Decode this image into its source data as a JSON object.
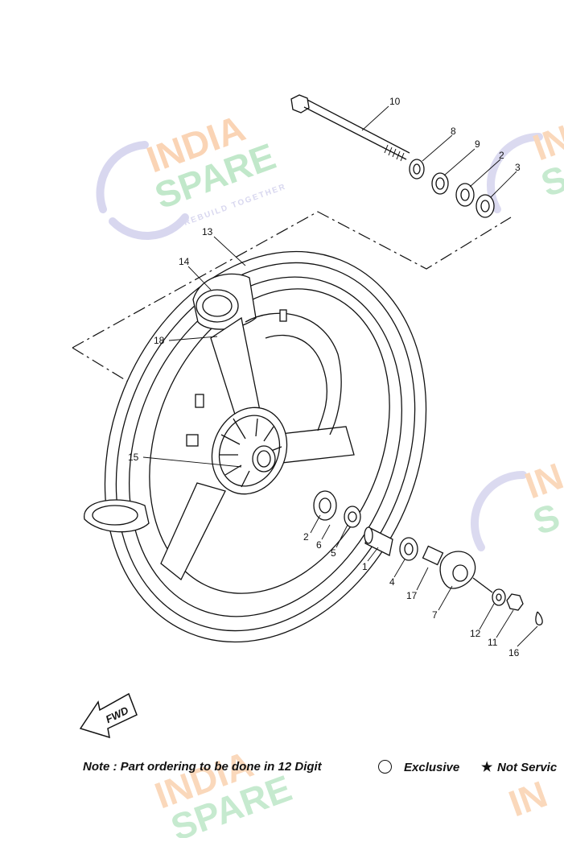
{
  "diagram": {
    "callouts": [
      {
        "id": "c10",
        "label": "10"
      },
      {
        "id": "c8",
        "label": "8"
      },
      {
        "id": "c9",
        "label": "9"
      },
      {
        "id": "c2a",
        "label": "2"
      },
      {
        "id": "c3",
        "label": "3"
      },
      {
        "id": "c13",
        "label": "13"
      },
      {
        "id": "c14",
        "label": "14"
      },
      {
        "id": "c18",
        "label": "18"
      },
      {
        "id": "c15",
        "label": "15"
      },
      {
        "id": "c2b",
        "label": "2"
      },
      {
        "id": "c6",
        "label": "6"
      },
      {
        "id": "c5",
        "label": "5"
      },
      {
        "id": "c1",
        "label": "1"
      },
      {
        "id": "c4",
        "label": "4"
      },
      {
        "id": "c17",
        "label": "17"
      },
      {
        "id": "c7",
        "label": "7"
      },
      {
        "id": "c12",
        "label": "12"
      },
      {
        "id": "c11",
        "label": "11"
      },
      {
        "id": "c16",
        "label": "16"
      }
    ],
    "fwd_label": "FWD"
  },
  "footer": {
    "note": "Note : Part ordering to be done in 12 Digit",
    "exclusive_label": "Exclusive",
    "not_serviceable_label": "Not Servic"
  },
  "watermark": {
    "line1": "INDIA",
    "line2": "SPARE",
    "tagline": "REBUILD TOGETHER",
    "colors": {
      "orange": "#f6b27a",
      "green": "#8fd6a0",
      "blue": "#b9b7e3"
    }
  }
}
